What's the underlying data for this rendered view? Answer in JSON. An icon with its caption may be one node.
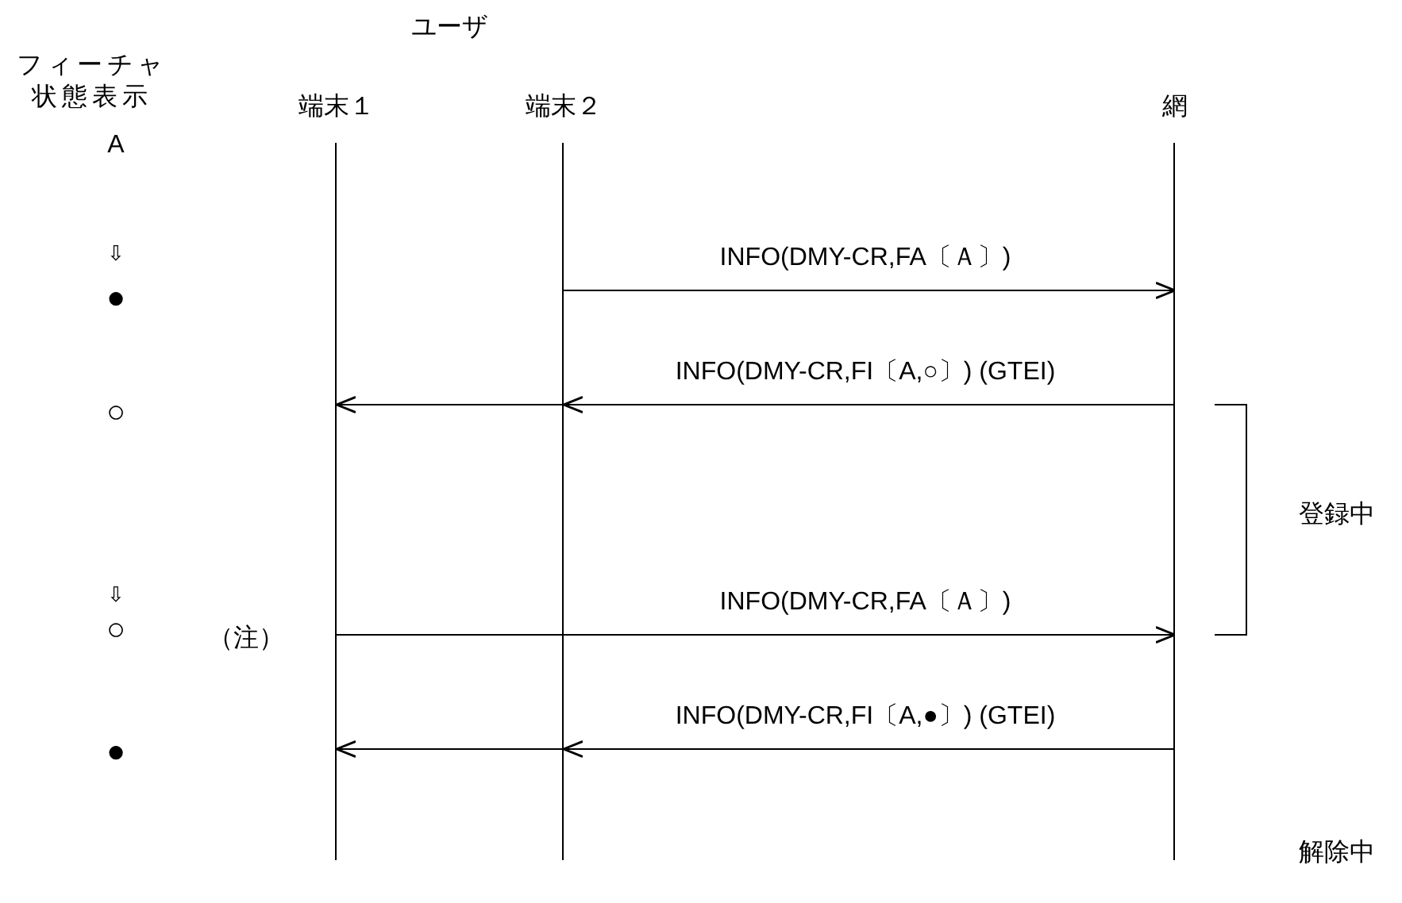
{
  "diagram": {
    "nodes": [
      {
        "text": [
          "端末１"
        ]
      },
      {
        "text": [
          "端末２"
        ]
      },
      {
        "text": [
          "網"
        ]
      }
    ],
    "edges": [
      {
        "from": 1,
        "to": 2,
        "arrow": "to",
        "label": "INFO(DMY-CR,FA〔Ａ〕)"
      },
      {
        "from": 2,
        "to": 1,
        "arrow": "to",
        "label": "INFO(DMY-CR,FI〔A,○〕) (GTEI)"
      },
      {
        "from": 2,
        "to": 0,
        "arrow": "to"
      },
      {
        "from": 0,
        "to": 2,
        "arrow": "to",
        "label": "INFO(DMY-CR,FA〔Ａ〕)"
      },
      {
        "from": 2,
        "to": 1,
        "arrow": "to",
        "label": "INFO(DMY-CR,FI〔A,●〕) (GTEI)"
      },
      {
        "from": 2,
        "to": 0,
        "arrow": "to"
      }
    ],
    "labels": [
      "ユーザ",
      "フィーチャ状態表示",
      "A",
      "⇩",
      "●",
      "○",
      "⇩",
      "○",
      "（注）",
      "●",
      "登録中",
      "解除中"
    ]
  }
}
